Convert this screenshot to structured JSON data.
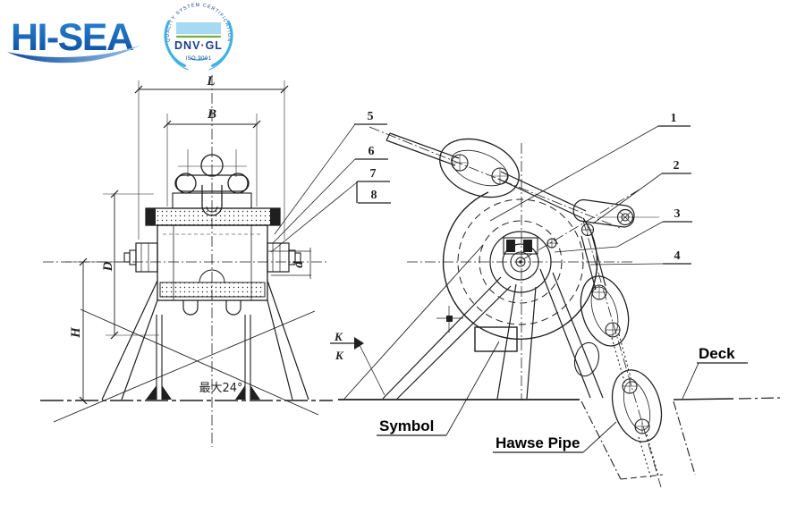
{
  "logo": {
    "brand": "HI-SEA"
  },
  "badge": {
    "arc_text": "QUALITY SYSTEM CERTIFICATION",
    "name": "DNV·GL",
    "iso": "ISO 9001"
  },
  "front_view": {
    "dim_length": "L",
    "dim_width": "B",
    "dim_diameter": "D",
    "dim_height": "H",
    "dim_shaft": "d",
    "max_angle": "最大24°"
  },
  "side_view": {
    "section_top": "K",
    "section_bottom": "K",
    "label_symbol": "Symbol",
    "label_hawse_pipe": "Hawse Pipe",
    "label_deck": "Deck"
  },
  "callouts": {
    "n1": "1",
    "n2": "2",
    "n3": "3",
    "n4": "4",
    "n5": "5",
    "n6": "6",
    "n7": "7",
    "n8": "8"
  },
  "colors": {
    "line": "#1f1f1f",
    "brand_blue": "#0f5aa8",
    "cert_blue": "#3eb1e4",
    "cert_navy": "#1c3e8e",
    "cert_green": "#6cb33f"
  }
}
